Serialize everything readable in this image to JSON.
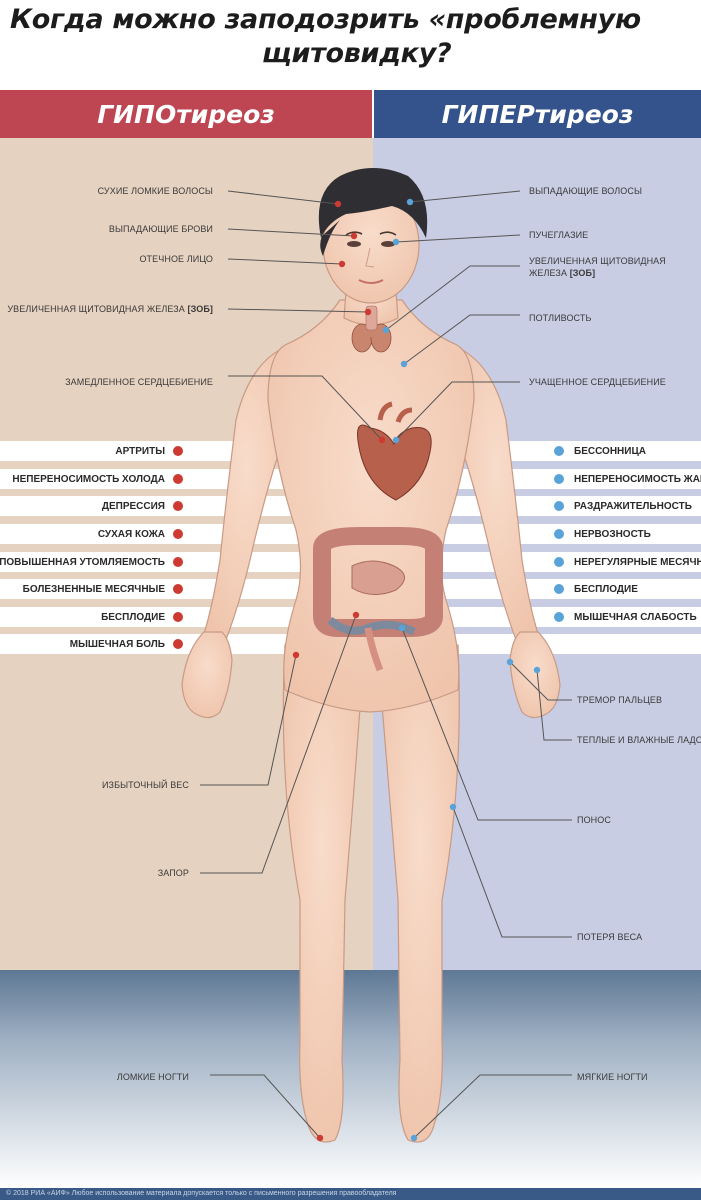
{
  "title": {
    "line1": "Когда можно заподозрить «проблемную",
    "line2": "щитовидку?"
  },
  "headers": {
    "hypo": "ГИПОтиреоз",
    "hyper": "ГИПЕРтиреоз"
  },
  "colors": {
    "hypo_accent": "#bd4652",
    "hyper_accent": "#34538c",
    "hypo_background": "#e6d2c0",
    "hyper_background": "#c9cde3",
    "hypo_dot": "#cc3a32",
    "hyper_dot": "#5aa3d8",
    "skin": "#f4cfb9"
  },
  "hypo_callouts": [
    {
      "text": "СУХИЕ ЛОМКИЕ ВОЛОСЫ"
    },
    {
      "text": "ВЫПАДАЮЩИЕ БРОВИ"
    },
    {
      "text": "ОТЕЧНОЕ ЛИЦО"
    },
    {
      "text": "УВЕЛИЧЕННАЯ ЩИТОВИДНАЯ ЖЕЛЕЗА",
      "tag": "[ЗОБ]"
    },
    {
      "text": "ЗАМЕДЛЕННОЕ СЕРДЦЕБИЕНИЕ"
    },
    {
      "text": "ИЗБЫТОЧНЫЙ ВЕС"
    },
    {
      "text": "ЗАПОР"
    },
    {
      "text": "ЛОМКИЕ НОГТИ"
    }
  ],
  "hyper_callouts": [
    {
      "text": "ВЫПАДАЮЩИЕ ВОЛОСЫ"
    },
    {
      "text": "ПУЧЕГЛАЗИЕ"
    },
    {
      "line1": "УВЕЛИЧЕННАЯ ЩИТОВИДНАЯ",
      "line2": "ЖЕЛЕЗА",
      "tag": "[ЗОБ]"
    },
    {
      "text": "ПОТЛИВОСТЬ"
    },
    {
      "text": "УЧАЩЕННОЕ СЕРДЦЕБИЕНИЕ"
    },
    {
      "text": "ТРЕМОР ПАЛЬЦЕВ"
    },
    {
      "text": "ТЕПЛЫЕ И ВЛАЖНЫЕ ЛАДОНИ"
    },
    {
      "text": "ПОНОС"
    },
    {
      "text": "ПОТЕРЯ ВЕСА"
    },
    {
      "text": "МЯГКИЕ НОГТИ"
    }
  ],
  "hypo_symptoms": [
    "АРТРИТЫ",
    "НЕПЕРЕНОСИМОСТЬ ХОЛОДА",
    "ДЕПРЕССИЯ",
    "СУХАЯ КОЖА",
    "ПОВЫШЕННАЯ УТОМЛЯЕМОСТЬ",
    "БОЛЕЗНЕННЫЕ МЕСЯЧНЫЕ",
    "БЕСПЛОДИЕ",
    "МЫШЕЧНАЯ БОЛЬ"
  ],
  "hyper_symptoms": [
    "БЕССОННИЦА",
    "НЕПЕРЕНОСИМОСТЬ ЖАРЫ",
    "РАЗДРАЖИТЕЛЬНОСТЬ",
    "НЕРВОЗНОСТЬ",
    "НЕРЕГУЛЯРНЫЕ МЕСЯЧНЫЕ",
    "БЕСПЛОДИЕ",
    "МЫШЕЧНАЯ СЛАБОСТЬ"
  ],
  "footer": "© 2018 РИА «АИФ»  Любое использование материала допускается только с письменного разрешения правообладателя"
}
